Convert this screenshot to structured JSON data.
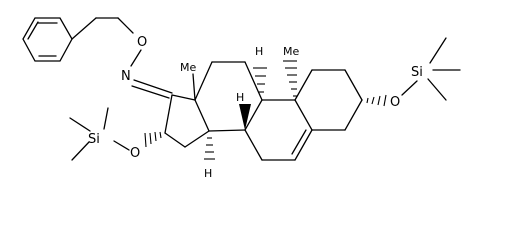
{
  "atom_labels": {
    "oxime_o": "O",
    "oxime_n": "N",
    "me18": "Me",
    "me19": "Me",
    "h9": "H",
    "h8": "H",
    "h14": "H",
    "o16": "O",
    "si16": "Si",
    "o3": "O",
    "si3": "Si"
  }
}
